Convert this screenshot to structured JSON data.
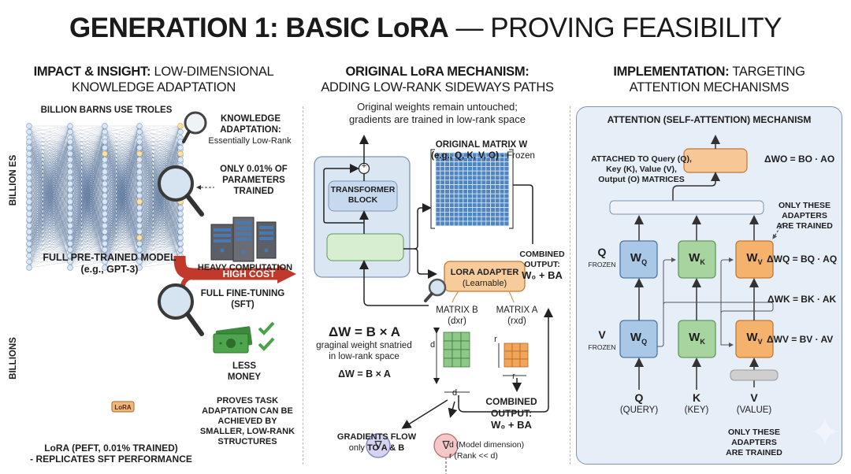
{
  "title": {
    "bold": "GENERATION 1: BASIC LoRA",
    "light": "— PROVING FEASIBILITY"
  },
  "sections": [
    {
      "bold": "IMPACT & INSIGHT:",
      "light_line1": " LOW-DIMENSIONAL",
      "line2": "KNOWLEDGE ADAPTATION"
    },
    {
      "bold": "ORIGINAL LoRA MECHANISM:",
      "line2": "ADDING LOW-RANK SIDEWAYS PATHS"
    },
    {
      "bold": "IMPLEMENTATION:",
      "light_line1": " TARGETING",
      "line2": "ATTENTION MECHANISMS"
    }
  ],
  "left": {
    "top_net_label": "BILLION BARNS USE TROLES",
    "top_side_label": "BILLION ES",
    "knowledge_title": "KNOWLEDGE\nADAPTATION:",
    "knowledge_sub": "Essentially Low-Rank",
    "params_label": "ONLY 0.01% OF\nPARAMETERS\nTRAINED",
    "heavy_label": "HEAVY COMPUTATION",
    "full_model_label": "FULL PRE-TRAINED MODEL\n(e.g., GPT-3)",
    "high_cost": "HIGH COST",
    "sft_label": "FULL FINE-TUNING\n(SFT)",
    "money_label": "LESS\nMONEY",
    "bottom_side_label": "BILLIONS",
    "lora_tag": "LoRA",
    "proves_label": "PROVES TASK\nADAPTATION CAN BE\nACHIEVED BY\nSMALLER, LOW-RANK\nSTRUCTURES",
    "lora_model_label": "LoRA (PEFT, 0.01% TRAINED)\n- REPLICATES SFT PERFORMANCE"
  },
  "middle": {
    "subtitle": "Original weights remain untouched;\ngradients are trained in low-rank space",
    "matrix_w_title": "ORIGINAL MATRIX W",
    "matrix_w_sub_bold": "(e.g., Q, K, V, O)",
    "matrix_w_sub_light": " - Frozen",
    "transformer_block": "TRANSFORMER\nBLOCK",
    "plus_symbol": "+",
    "lora_adapter": "LORA ADAPTER",
    "lora_adapter_sub": "(Learnable)",
    "combined_output_top": "COMBINED\nOUTPUT:",
    "combined_formula": "W₀ + BA",
    "matrix_b_label": "MATRIX B",
    "matrix_b_dim": "(dxr)",
    "matrix_a_label": "MATRIX A",
    "matrix_a_dim": "(rxd)",
    "delta_w_1": "ΔW = B × A",
    "delta_w_desc": "graginal weight snatried\nin low-rank space",
    "delta_w_2": "ΔW = B × A",
    "dim_d": "d",
    "dim_r": "r",
    "combined_output_bottom": "COMBINED\nOUTPUT:",
    "combined_formula_bottom": "W₀ + BA",
    "gradients_flow": "GRADIENTS FLOW",
    "gradients_only": "only ",
    "gradients_to": "TO A & B",
    "legend_d": "d (Model dimension)",
    "legend_r": "r (Rank << d)",
    "nabla": "∇"
  },
  "right": {
    "panel_title": "ATTENTION (SELF-ATTENTION) MECHANISM",
    "attached_label": "ATTACHED TO Query (Q),\nKey (K), Value (V),\nOutput (O) MATRICES",
    "delta_o": "ΔW",
    "delta_o_sub": "O",
    "delta_o_rhs": "= B",
    "only_these_top": "ONLY THESE\nADAPTERS\nARE TRAINED",
    "row1_letter": "Q",
    "row1_state": "FROZEN",
    "row2_letter": "V",
    "row2_state": "FROZEN",
    "wq": "W",
    "wq_sub": "Q",
    "wk": "W",
    "wk_sub": "K",
    "wv": "W",
    "wv_sub": "V",
    "delta_q": "ΔWQ = BQ · AQ",
    "delta_k": "ΔWK = BK · AK",
    "delta_v": "ΔWV = BV · AV",
    "delta_o_full": "ΔWO = BO · AO",
    "inputs": [
      {
        "letter": "Q",
        "name": "(QUERY)"
      },
      {
        "letter": "K",
        "name": "(KEY)"
      },
      {
        "letter": "V",
        "name": "(VALUE)"
      }
    ],
    "only_these_bottom": "ONLY THESE\nADAPTERS\nARE TRAINED"
  },
  "colors": {
    "blue_box": "#a9c7e6",
    "green_box": "#a8d4a0",
    "orange_box": "#f4b26c",
    "panel_bg": "#e6eef7",
    "red_arrow": "#c0392b",
    "net_node": "#dbe7f5",
    "net_line": "#3e5f8a"
  }
}
